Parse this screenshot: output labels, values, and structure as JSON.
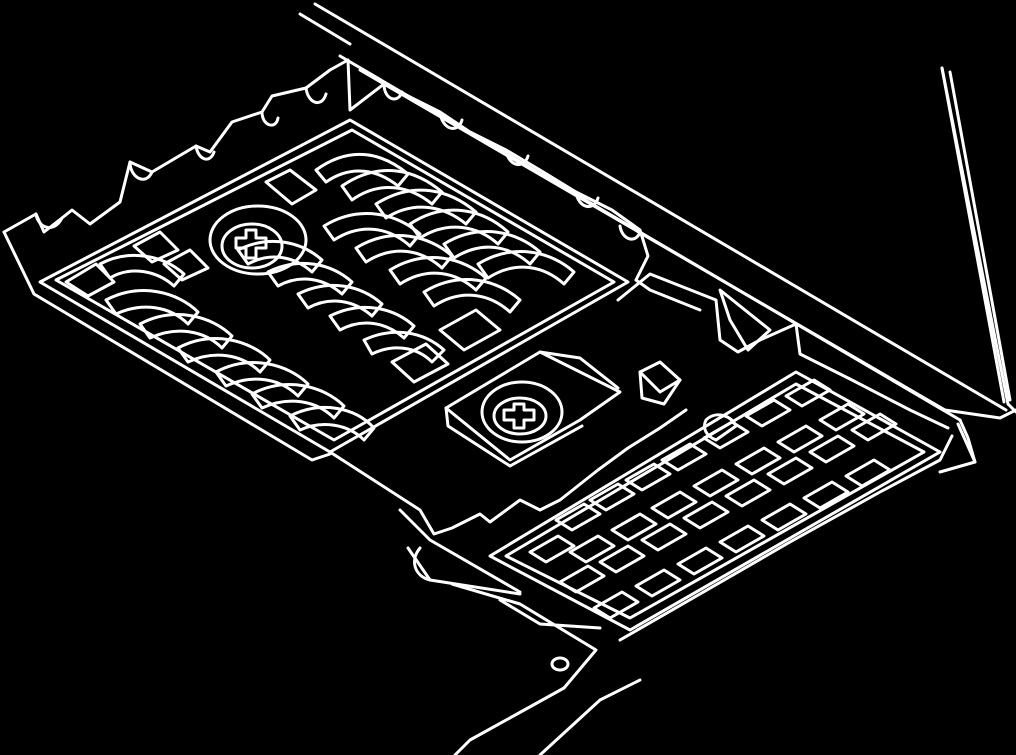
{
  "figure": {
    "style": "white line art on black background",
    "colors": {
      "background": "#000000",
      "line": "#ffffff"
    },
    "parts": [
      "large-slotted-tray",
      "small-slotted-tray",
      "left-screw",
      "center-screw",
      "mounting-bracket",
      "bracket-tab",
      "guide-rod"
    ]
  }
}
